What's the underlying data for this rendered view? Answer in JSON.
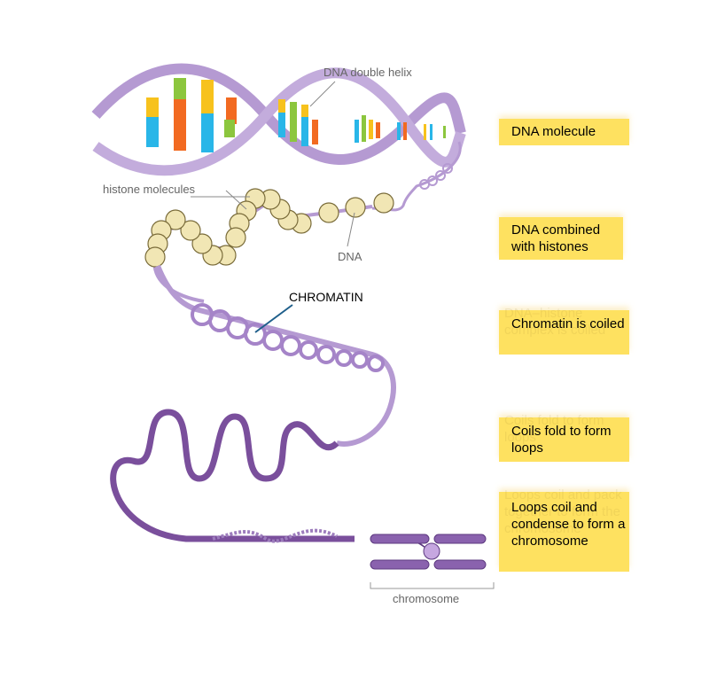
{
  "labels": {
    "dna_double_helix": "DNA double helix",
    "histone_molecules": "histone molecules",
    "dna": "DNA",
    "chromatin": "CHROMATIN",
    "chromosome": "chromosome"
  },
  "steps": [
    {
      "text": "DNA molecule"
    },
    {
      "text": "DNA combined with histones"
    },
    {
      "text": "Chromatin is coiled",
      "ghost": "DNA–histone complex is coiled"
    },
    {
      "text": "Coils fold to form loops",
      "ghost": "Coils fold to form loops"
    },
    {
      "text": "Loops coil and condense to form a chromosome",
      "ghost": "Loops coil and pack together to form the chromosome"
    }
  ],
  "colors": {
    "strand": "#b59ad2",
    "dark_strand": "#7a4f9c",
    "histone": "#f1e6b4",
    "box": "#fee160",
    "pointer": "#1f5f8b"
  }
}
